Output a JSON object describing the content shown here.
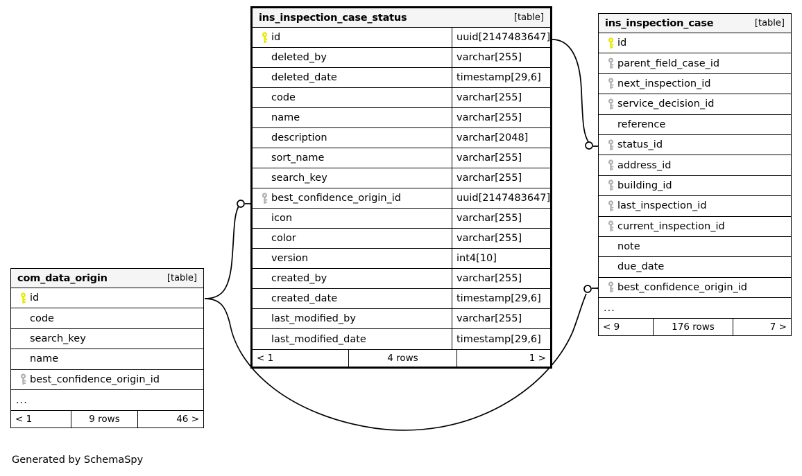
{
  "diagram": {
    "credit": "Generated by SchemaSpy",
    "type_tag": "[table]",
    "ellipsis": "...",
    "icons": {
      "primary_key": "yellow-key-icon",
      "foreign_key": "gray-key-icon"
    },
    "colors": {
      "primary_key": "#e8e800",
      "foreign_key": "#b0b0b0",
      "header_background": "#f5f5f5",
      "border": "#000000",
      "background": "#ffffff"
    }
  },
  "tables": [
    {
      "id": "ins_inspection_case_status",
      "name": "ins_inspection_case_status",
      "type_tag": "[table]",
      "emphasis": true,
      "has_type_column": true,
      "columns": [
        {
          "name": "id",
          "type": "uuid[2147483647]",
          "key": "primary"
        },
        {
          "name": "deleted_by",
          "type": "varchar[255]",
          "key": "none"
        },
        {
          "name": "deleted_date",
          "type": "timestamp[29,6]",
          "key": "none"
        },
        {
          "name": "code",
          "type": "varchar[255]",
          "key": "none"
        },
        {
          "name": "name",
          "type": "varchar[255]",
          "key": "none"
        },
        {
          "name": "description",
          "type": "varchar[2048]",
          "key": "none"
        },
        {
          "name": "sort_name",
          "type": "varchar[255]",
          "key": "none"
        },
        {
          "name": "search_key",
          "type": "varchar[255]",
          "key": "none"
        },
        {
          "name": "best_confidence_origin_id",
          "type": "uuid[2147483647]",
          "key": "foreign"
        },
        {
          "name": "icon",
          "type": "varchar[255]",
          "key": "none"
        },
        {
          "name": "color",
          "type": "varchar[255]",
          "key": "none"
        },
        {
          "name": "version",
          "type": "int4[10]",
          "key": "none"
        },
        {
          "name": "created_by",
          "type": "varchar[255]",
          "key": "none"
        },
        {
          "name": "created_date",
          "type": "timestamp[29,6]",
          "key": "none"
        },
        {
          "name": "last_modified_by",
          "type": "varchar[255]",
          "key": "none"
        },
        {
          "name": "last_modified_date",
          "type": "timestamp[29,6]",
          "key": "none"
        }
      ],
      "footer": {
        "prev": "< 1",
        "rows": "4 rows",
        "next": "1 >"
      }
    },
    {
      "id": "ins_inspection_case",
      "name": "ins_inspection_case",
      "type_tag": "[table]",
      "emphasis": false,
      "has_type_column": false,
      "columns": [
        {
          "name": "id",
          "type": "",
          "key": "primary"
        },
        {
          "name": "parent_field_case_id",
          "type": "",
          "key": "foreign"
        },
        {
          "name": "next_inspection_id",
          "type": "",
          "key": "foreign"
        },
        {
          "name": "service_decision_id",
          "type": "",
          "key": "foreign"
        },
        {
          "name": "reference",
          "type": "",
          "key": "none"
        },
        {
          "name": "status_id",
          "type": "",
          "key": "foreign"
        },
        {
          "name": "address_id",
          "type": "",
          "key": "foreign"
        },
        {
          "name": "building_id",
          "type": "",
          "key": "foreign"
        },
        {
          "name": "last_inspection_id",
          "type": "",
          "key": "foreign"
        },
        {
          "name": "current_inspection_id",
          "type": "",
          "key": "foreign"
        },
        {
          "name": "note",
          "type": "",
          "key": "none"
        },
        {
          "name": "due_date",
          "type": "",
          "key": "none"
        },
        {
          "name": "best_confidence_origin_id",
          "type": "",
          "key": "foreign"
        },
        {
          "name": "...",
          "type": "",
          "key": "none"
        }
      ],
      "footer": {
        "prev": "< 9",
        "rows": "176 rows",
        "next": "7 >"
      }
    },
    {
      "id": "com_data_origin",
      "name": "com_data_origin",
      "type_tag": "[table]",
      "emphasis": false,
      "has_type_column": false,
      "columns": [
        {
          "name": "id",
          "type": "",
          "key": "primary"
        },
        {
          "name": "code",
          "type": "",
          "key": "none"
        },
        {
          "name": "search_key",
          "type": "",
          "key": "none"
        },
        {
          "name": "name",
          "type": "",
          "key": "none"
        },
        {
          "name": "best_confidence_origin_id",
          "type": "",
          "key": "foreign"
        },
        {
          "name": "...",
          "type": "",
          "key": "none"
        }
      ],
      "footer": {
        "prev": "< 1",
        "rows": "9 rows",
        "next": "46 >"
      }
    }
  ],
  "relationships": [
    {
      "from_table": "ins_inspection_case_status",
      "from_column": "id",
      "to_table": "ins_inspection_case",
      "to_column": "status_id"
    },
    {
      "from_table": "com_data_origin",
      "from_column": "id",
      "to_table": "ins_inspection_case_status",
      "to_column": "best_confidence_origin_id"
    },
    {
      "from_table": "com_data_origin",
      "from_column": "id",
      "to_table": "ins_inspection_case",
      "to_column": "best_confidence_origin_id"
    }
  ]
}
